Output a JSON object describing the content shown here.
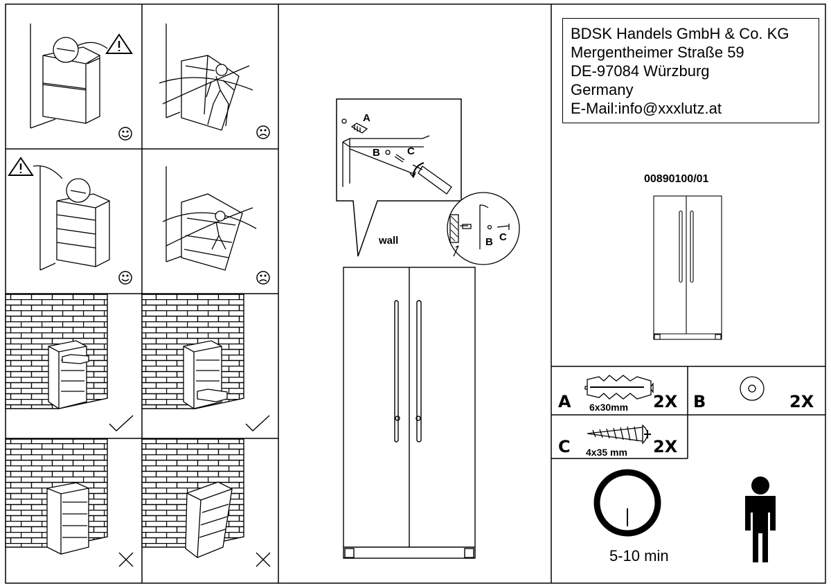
{
  "manufacturer": {
    "lines": [
      "BDSK Handels GmbH & Co. KG",
      "Mergentheimer Straße 59",
      "DE-97084 Würzburg",
      "Germany",
      "E-Mail:info@xxxlutz.at"
    ]
  },
  "product_code": "00890100/01",
  "callout": {
    "part_a": "A",
    "part_b": "B",
    "part_c": "C",
    "wall_label": "wall",
    "zoom_b": "B",
    "zoom_c": "C"
  },
  "parts": [
    {
      "letter": "A",
      "spec": "6x30mm",
      "qty": "2X"
    },
    {
      "letter": "B",
      "spec": "",
      "qty": "2X"
    },
    {
      "letter": "C",
      "spec": "4x35 mm",
      "qty": "2X"
    }
  ],
  "assembly_time": "5-10 min",
  "icons": {
    "clock": "clock-icon",
    "person": "person-icon",
    "warning": "warning-triangle-icon",
    "happy": "smiley-happy-icon",
    "sad": "smiley-sad-icon",
    "check": "checkmark-icon",
    "cross": "cross-icon"
  }
}
